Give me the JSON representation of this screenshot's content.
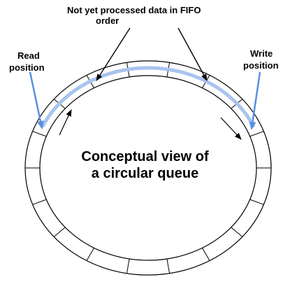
{
  "labels": {
    "fifo_line1": "Not yet processed data in FIFO",
    "fifo_line2": "order",
    "read_line1": "Read",
    "read_line2": "position",
    "write_line1": "Write",
    "write_line2": "position",
    "center_line1": "Conceptual view of",
    "center_line2": "a circular queue"
  },
  "ring": {
    "segment_count": 18
  },
  "colors": {
    "ring_stroke": "#000000",
    "highlight": "#a8c4ee",
    "pointer_arrow": "#5b8fe0",
    "text": "#000000"
  }
}
